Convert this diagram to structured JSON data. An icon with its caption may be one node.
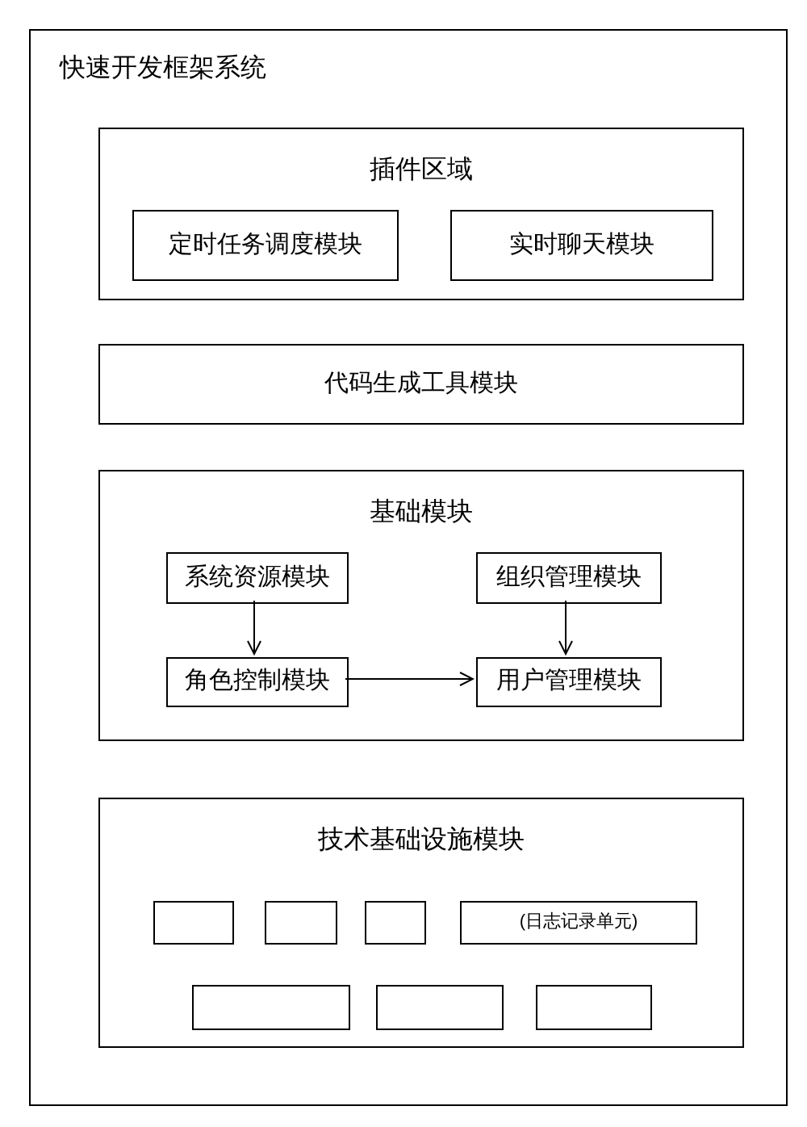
{
  "diagram": {
    "nodes": [
      {
        "text": [
          "快速开发框架系统"
        ]
      },
      {
        "text": [
          "插件区域"
        ],
        "in": 0
      },
      {
        "text": [
          "定时任务调度模块"
        ],
        "in": 1
      },
      {
        "text": [
          "实时聊天模块"
        ],
        "in": 1
      },
      {
        "text": [
          "代码生成工具模块"
        ],
        "in": 0
      },
      {
        "text": [
          "基础模块"
        ],
        "in": 0
      },
      {
        "text": [
          "系统资源模块"
        ],
        "in": 5
      },
      {
        "text": [
          "组织管理模块"
        ],
        "in": 5
      },
      {
        "text": [
          "角色控制模块"
        ],
        "in": 5
      },
      {
        "text": [
          "用户管理模块"
        ],
        "in": 5
      },
      {
        "text": [
          "技术基础设施模块"
        ],
        "in": 0
      },
      {
        "text": [],
        "shape": "box",
        "in": 10
      },
      {
        "text": [],
        "shape": "box",
        "in": 10
      },
      {
        "text": [],
        "shape": "box",
        "in": 10
      },
      {
        "text": [
          "(日志记录单元)"
        ],
        "in": 10
      },
      {
        "text": [],
        "shape": "box",
        "in": 10
      },
      {
        "text": [],
        "shape": "box",
        "in": 10
      },
      {
        "text": [],
        "shape": "box",
        "in": 10
      }
    ],
    "edges": [
      {
        "from": 6,
        "to": 8,
        "arrow": "to"
      },
      {
        "from": 7,
        "to": 9,
        "arrow": "to"
      },
      {
        "from": 8,
        "to": 9,
        "arrow": "to"
      }
    ]
  }
}
